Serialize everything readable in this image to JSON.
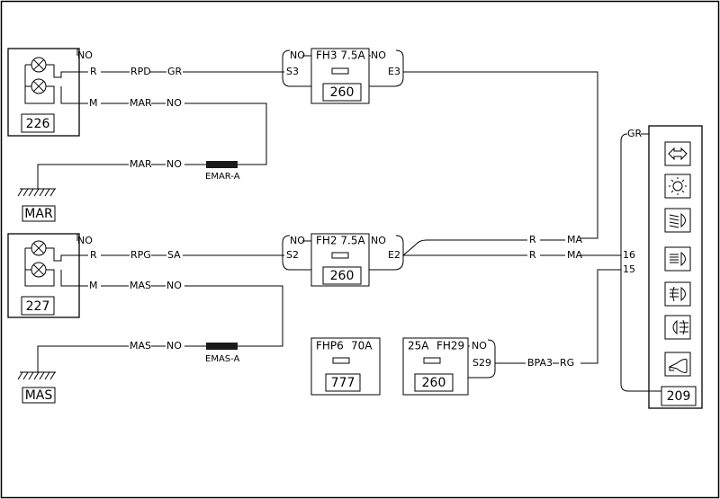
{
  "components": {
    "c226": {
      "number": "226",
      "pins": {
        "no": "NO",
        "r": "R",
        "m": "M"
      },
      "wires": {
        "r_a": "RPD",
        "r_b": "GR",
        "m_a": "MAR",
        "m_b": "NO"
      }
    },
    "c227": {
      "number": "227",
      "pins": {
        "no": "NO",
        "r": "R",
        "m": "M"
      },
      "wires": {
        "r_a": "RPG",
        "r_b": "SA",
        "m_a": "MAS",
        "m_b": "NO"
      }
    },
    "fuse_fh3": {
      "label": "FH3 7.5A",
      "number": "260",
      "left_pin_top": "NO",
      "left_pin": "S3",
      "right_pin_top": "NO",
      "right_pin": "E3"
    },
    "fuse_fh2": {
      "label": "FH2 7.5A",
      "number": "260",
      "left_pin_top": "NO",
      "left_pin": "S2",
      "right_pin_top": "NO",
      "right_pin": "E2"
    },
    "fuse_fhp6": {
      "label_a": "FHP6",
      "label_b": "70A",
      "number": "777"
    },
    "fuse_fh29": {
      "label_a": "25A",
      "label_b": "FH29",
      "number": "260",
      "right_pin_top": "NO",
      "right_pin": "S29",
      "wire_a": "BPA3",
      "wire_b": "RG"
    },
    "c209": {
      "number": "209",
      "gr": "GR",
      "pin_16": "16",
      "pin_15": "15",
      "icons": [
        "indicator-arrows-icon",
        "sidelight-icon",
        "dipped-beam-icon",
        "main-beam-icon",
        "front-fog-icon",
        "rear-fog-icon",
        "horn-icon"
      ]
    }
  },
  "grounds": {
    "mar": {
      "label": "MAR",
      "wire_a": "MAR",
      "wire_b": "NO",
      "splice": "EMAR-A"
    },
    "mas": {
      "label": "MAS",
      "wire_a": "MAS",
      "wire_b": "NO",
      "splice": "EMAS-A"
    }
  },
  "wires_to_209": {
    "upper": {
      "a": "R",
      "b": "MA"
    },
    "lower": {
      "a": "R",
      "b": "MA"
    }
  }
}
